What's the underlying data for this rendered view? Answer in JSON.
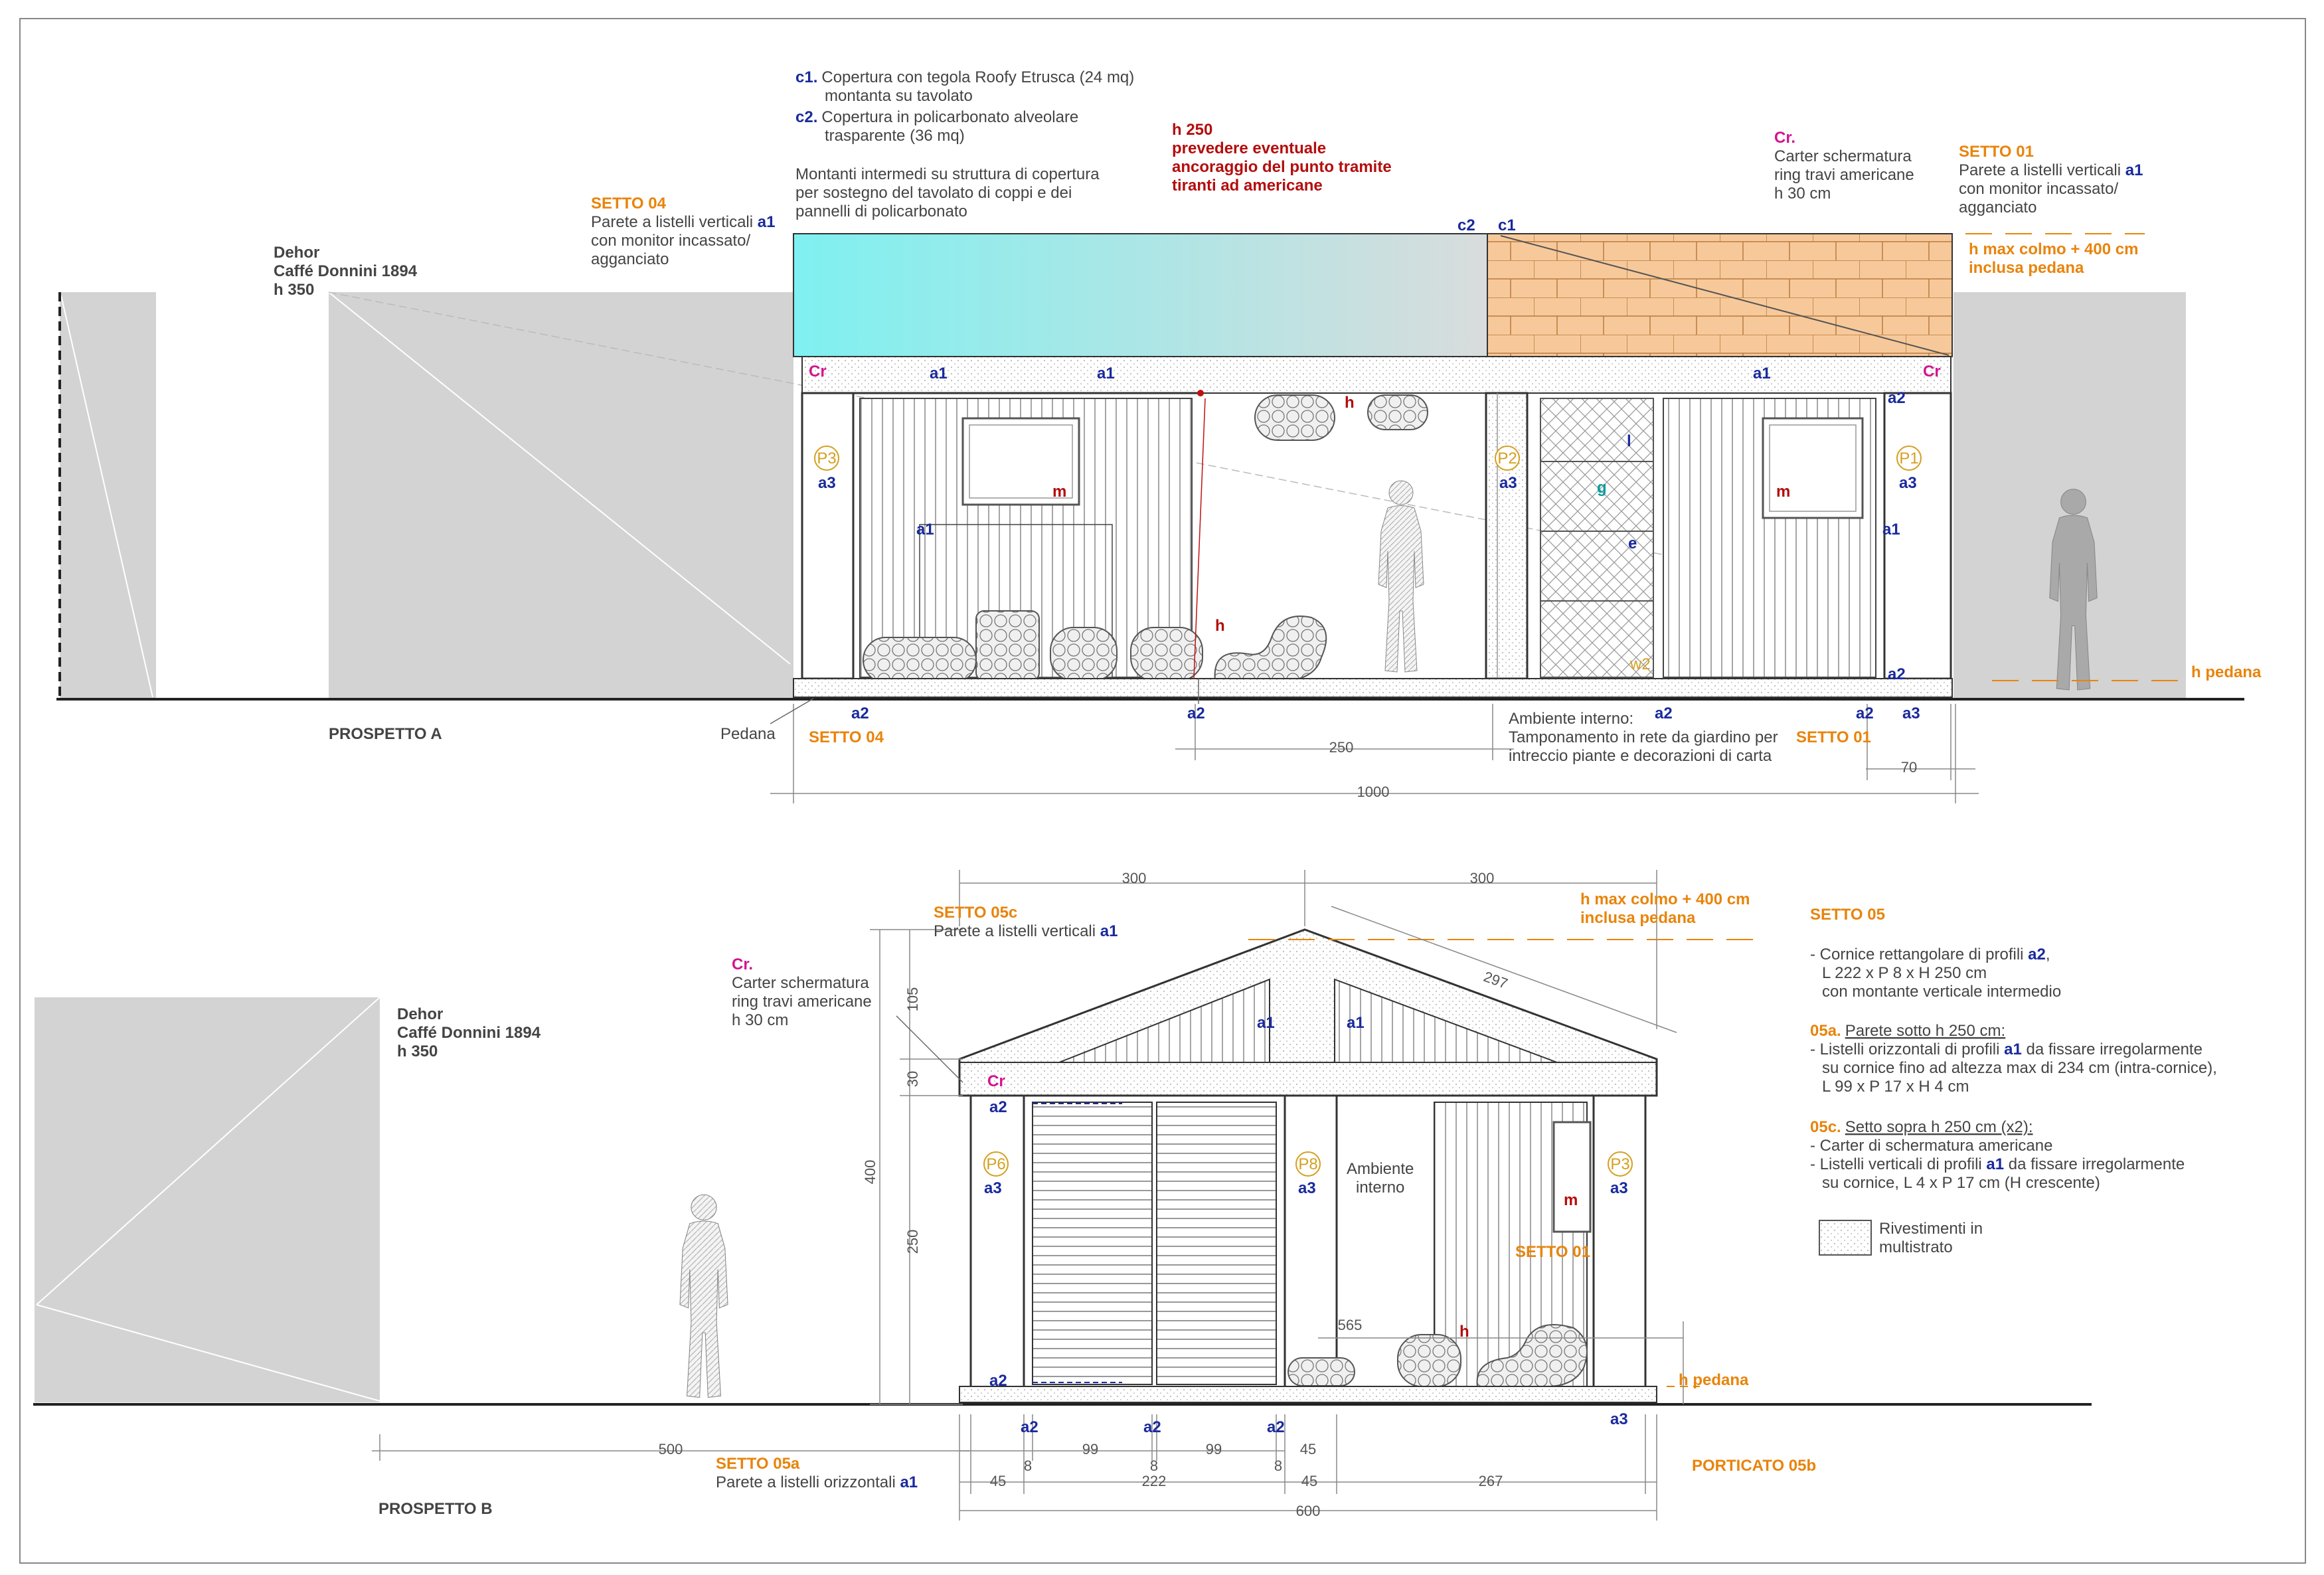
{
  "colors": {
    "orange": "#e8840c",
    "magenta": "#d4148f",
    "red": "#b40d0d",
    "blue": "#1a2a9c",
    "cyan": "#7ff0f0",
    "tile": "#f7c99a",
    "gray": "#d3d3d3"
  },
  "icons": [
    "human-figure-icon",
    "hatch-pattern-swatch-icon",
    "p-circle-marker-icon"
  ],
  "prospetto_a": {
    "title": "PROSPETTO  A",
    "notes": {
      "c1_code": "c1.",
      "c1_line1": "Copertura con tegola Roofy Etrusca (24 mq)",
      "c1_line2": "montanta su tavolato",
      "c2_code": "c2.",
      "c2_line1": "Copertura in policarbonato alveolare",
      "c2_line2": "trasparente (36 mq)",
      "montanti_1": "Montanti intermedi su struttura di copertura",
      "montanti_2": "per sostegno del tavolato di coppi e dei",
      "montanti_3": "pannelli di policarbonato"
    },
    "h250": {
      "l1": "h 250",
      "l2": "prevedere eventuale",
      "l3": "ancoraggio del punto tramite",
      "l4": "tiranti ad americane"
    },
    "cr": {
      "code": "Cr.",
      "l1": "Carter schermatura",
      "l2": "ring travi americane",
      "l3": "h 30 cm"
    },
    "setto01": {
      "title": "SETTO 01",
      "l1": "Parete a listelli verticali ",
      "code": "a1",
      "l2": "con monitor incassato/",
      "l3": "agganciato"
    },
    "setto04": {
      "title": "SETTO 04",
      "l1": "Parete a listelli verticali ",
      "code": "a1",
      "l2": "con monitor incassato/",
      "l3": "agganciato"
    },
    "hmax": {
      "l1": "h max colmo + 400 cm",
      "l2": "inclusa pedana"
    },
    "dehor": {
      "l1": "Dehor",
      "l2": "Caffé Donnini 1894",
      "l3": "h 350"
    },
    "pedana_label": "Pedana",
    "h_pedana": "h  pedana",
    "setto04_bottom": "SETTO 04",
    "setto01_bottom": "SETTO 01",
    "ambiente": {
      "l1": "Ambiente interno:",
      "l2": "Tamponamento in rete da giardino per",
      "l3": "intreccio piante e decorazioni di carta"
    },
    "labels": {
      "c2": "c2",
      "c1": "c1",
      "cr": "Cr",
      "a1": "a1",
      "a2": "a2",
      "a3": "a3",
      "m": "m",
      "h": "h",
      "l": "l",
      "g": "g",
      "e": "e",
      "w2": "w2",
      "p1": "P1",
      "p2": "P2",
      "p3": "P3"
    },
    "dims": {
      "d250": "250",
      "d70": "70",
      "d1000": "1000"
    }
  },
  "prospetto_b": {
    "title": "PROSPETTO  B",
    "setto05c": {
      "title": "SETTO 05c",
      "l1": "Parete a listelli verticali ",
      "code": "a1"
    },
    "cr": {
      "code": "Cr.",
      "l1": "Carter schermatura",
      "l2": "ring travi americane",
      "l3": "h 30 cm"
    },
    "dehor": {
      "l1": "Dehor",
      "l2": "Caffé Donnini 1894",
      "l3": "h 350"
    },
    "hmax": {
      "l1": "h max colmo + 400 cm",
      "l2": "inclusa pedana"
    },
    "setto05": {
      "title": "SETTO 05",
      "a_l1": "- Cornice rettangolare di profili ",
      "a_code": "a2",
      "a_l1_end": ",",
      "a_l2": "L 222 x P 8 x H 250 cm",
      "a_l3": "con montante verticale intermedio",
      "b_title": "05a.",
      "b_title_rest": "Parete sotto h 250 cm:",
      "b_l1": "- Listelli orizzontali di profili ",
      "b_code": "a1",
      "b_l1_end": " da fissare irregolarmente",
      "b_l2": "su cornice fino ad altezza max di 234 cm (intra-cornice),",
      "b_l3": "L 99 x P 17 x H 4 cm",
      "c_title": "05c.",
      "c_title_rest": "Setto sopra h 250 cm (x2):",
      "c_l1": "- Carter di schermatura americane",
      "c_l2": "- Listelli verticali di profili ",
      "c_code": "a1",
      "c_l2_end": " da fissare irregolarmente",
      "c_l3": "su cornice, L 4 x P 17  cm (H crescente)"
    },
    "legend": {
      "l1": "Rivestimenti in",
      "l2": "multistrato"
    },
    "ambiente": {
      "l1": "Ambiente",
      "l2": "interno"
    },
    "setto01": "SETTO 01",
    "h_pedana": "h  pedana",
    "setto05a": {
      "title": "SETTO 05a",
      "l1": "Parete a listelli orizzontali ",
      "code": "a1"
    },
    "porticato": "PORTICATO 05b",
    "labels": {
      "cr": "Cr",
      "a1": "a1",
      "a2": "a2",
      "a3": "a3",
      "m": "m",
      "h": "h",
      "p6": "P6",
      "p8": "P8",
      "p3": "P3"
    },
    "dims": {
      "d300a": "300",
      "d300b": "300",
      "d297": "297",
      "d105": "105",
      "d30": "30",
      "d400": "400",
      "d250": "250",
      "d565": "565",
      "d500": "500",
      "d99a": "99",
      "d99b": "99",
      "d8a": "8",
      "d8b": "8",
      "d8c": "8",
      "d45a": "45",
      "d45b": "45",
      "d45c": "45",
      "d222": "222",
      "d267": "267",
      "d600": "600"
    }
  }
}
